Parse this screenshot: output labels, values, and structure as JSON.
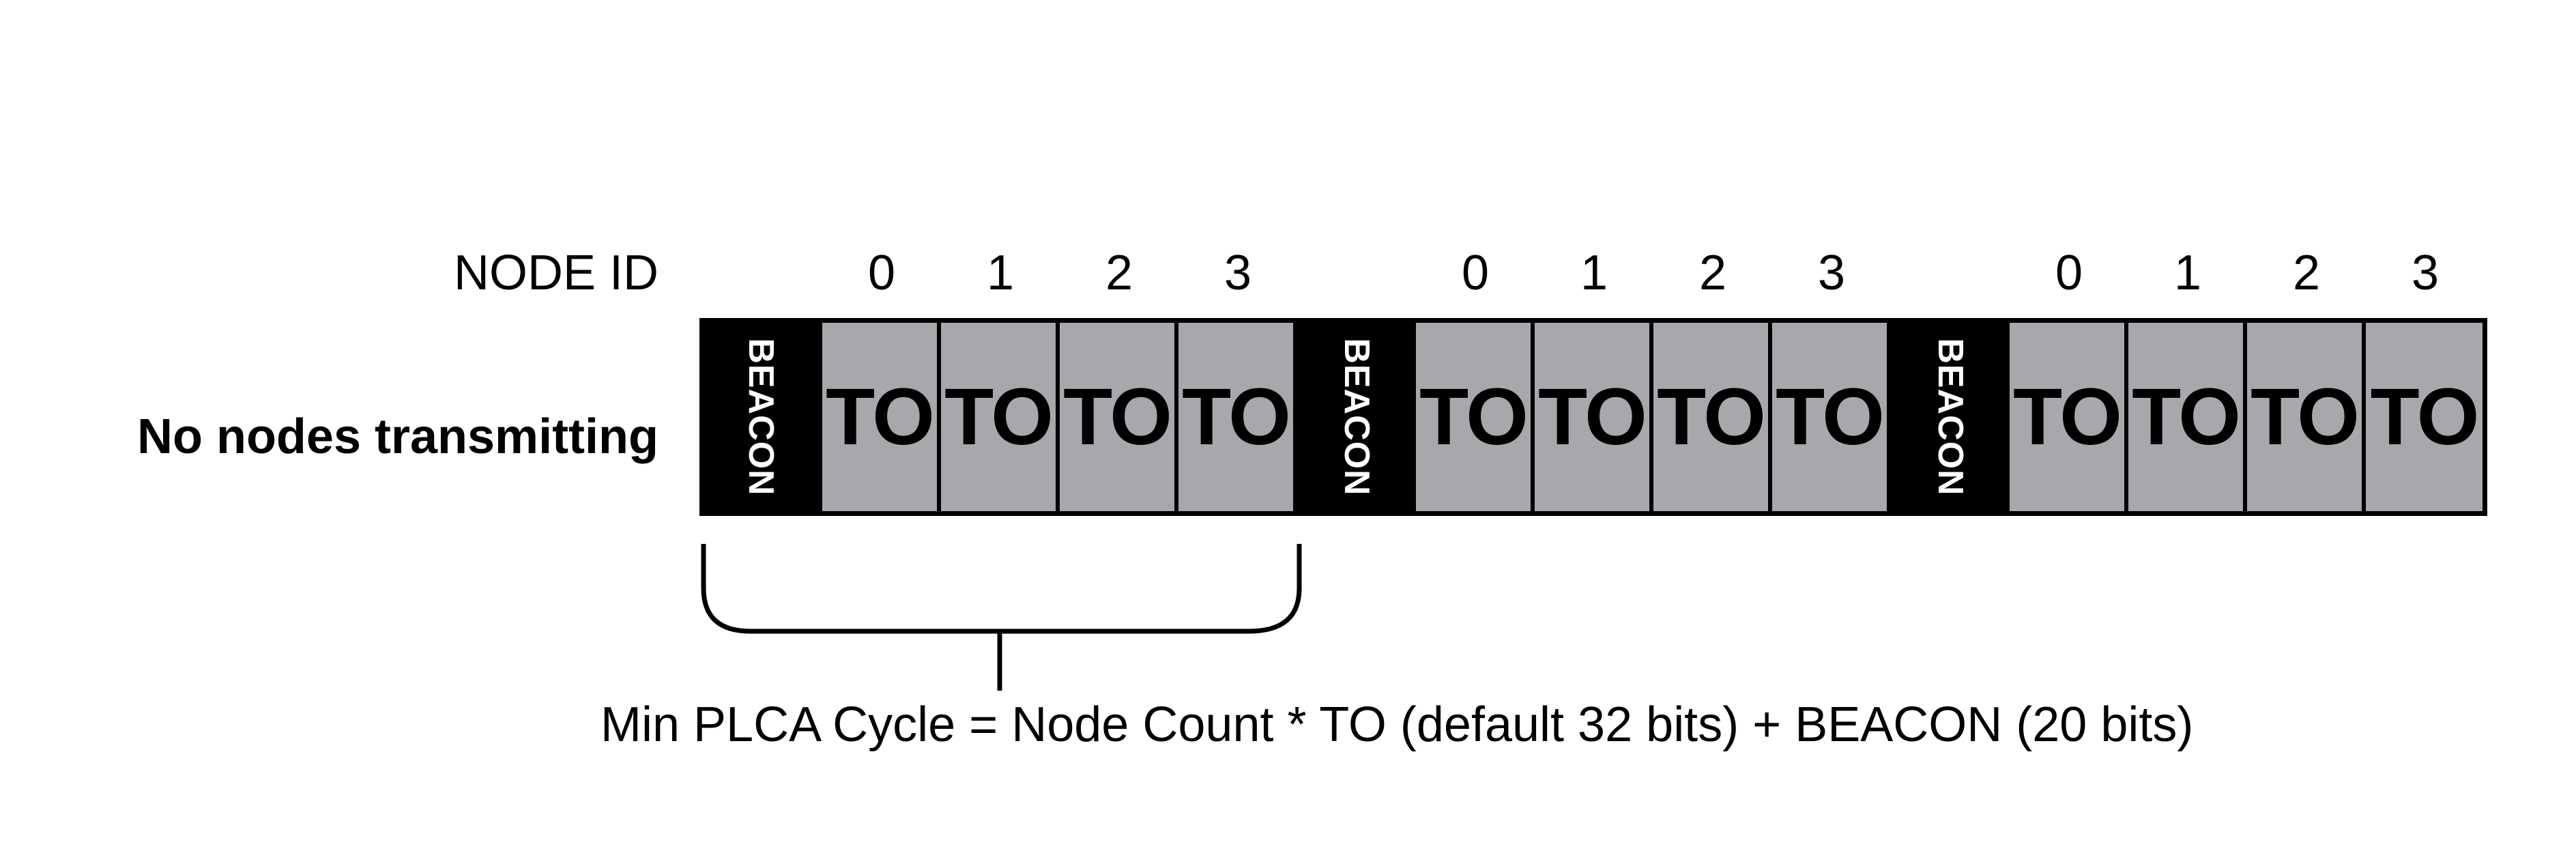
{
  "header": {
    "node_id_label": "NODE ID",
    "node_ids": [
      "0",
      "1",
      "2",
      "3",
      "0",
      "1",
      "2",
      "3",
      "0",
      "1",
      "2",
      "3"
    ]
  },
  "row": {
    "label": "No nodes transmitting"
  },
  "timeline": {
    "beacon_label": "BEACON",
    "to_label": "TO",
    "cycles": [
      {
        "beacon": "BEACON",
        "slots": [
          "TO",
          "TO",
          "TO",
          "TO"
        ]
      },
      {
        "beacon": "BEACON",
        "slots": [
          "TO",
          "TO",
          "TO",
          "TO"
        ]
      },
      {
        "beacon": "BEACON",
        "slots": [
          "TO",
          "TO",
          "TO",
          "TO"
        ]
      }
    ]
  },
  "annotation": {
    "formula": "Min PLCA Cycle = Node Count * TO (default 32 bits) + BEACON (20 bits)"
  },
  "colors": {
    "slot_fill": "#a7a8ab",
    "beacon_fill": "#000000",
    "outline": "#000000"
  }
}
